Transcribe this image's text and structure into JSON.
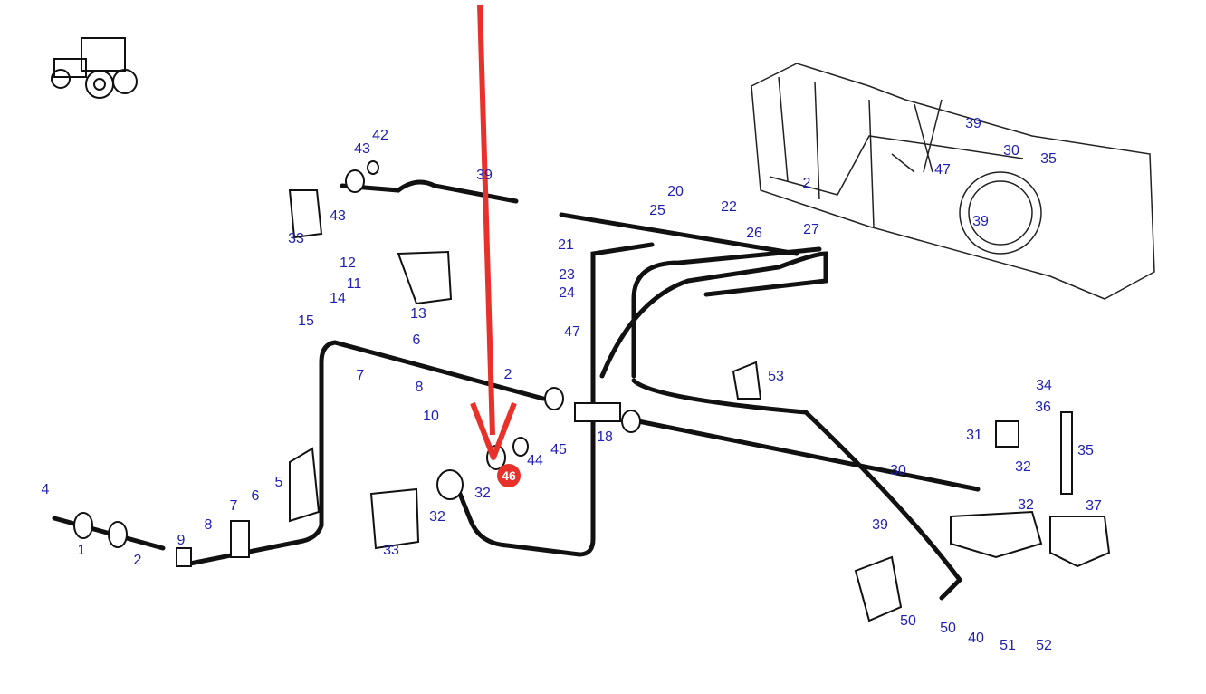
{
  "diagram": {
    "part_labels": [
      "42",
      "43",
      "43",
      "33",
      "39",
      "12",
      "11",
      "14",
      "15",
      "13",
      "6",
      "7",
      "8",
      "10",
      "2",
      "20",
      "22",
      "25",
      "26",
      "27",
      "21",
      "23",
      "24",
      "47",
      "53",
      "18",
      "45",
      "44",
      "32",
      "32",
      "33",
      "4",
      "1",
      "2",
      "9",
      "8",
      "7",
      "6",
      "5",
      "39",
      "30",
      "35",
      "2",
      "47",
      "39",
      "34",
      "36",
      "31",
      "32",
      "32",
      "35",
      "37",
      "30",
      "39",
      "50",
      "50",
      "40",
      "51",
      "52"
    ],
    "highlighted_part": "46",
    "label_color": "#1f1fb4",
    "highlight_color": "#e8312a",
    "arrow_color": "#e8312a",
    "icons": [
      "tractor-icon",
      "red-arrow-pointer"
    ]
  }
}
